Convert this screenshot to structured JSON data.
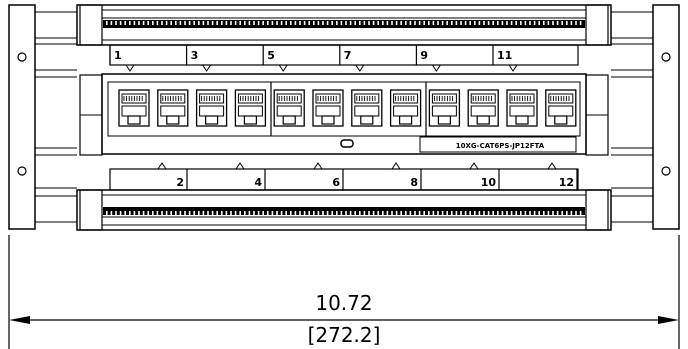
{
  "drawing": {
    "model_label": "10XG-CAT6PS-JP12FTA",
    "dimension_inches": "10.72",
    "dimension_mm": "[272.2]"
  },
  "ports": {
    "top_labels": [
      "1",
      "3",
      "5",
      "7",
      "9",
      "11"
    ],
    "bottom_labels": [
      "2",
      "4",
      "6",
      "8",
      "10",
      "12"
    ],
    "jack_count": 12
  },
  "rack_ears": {
    "hole_count_per_side": 2
  }
}
